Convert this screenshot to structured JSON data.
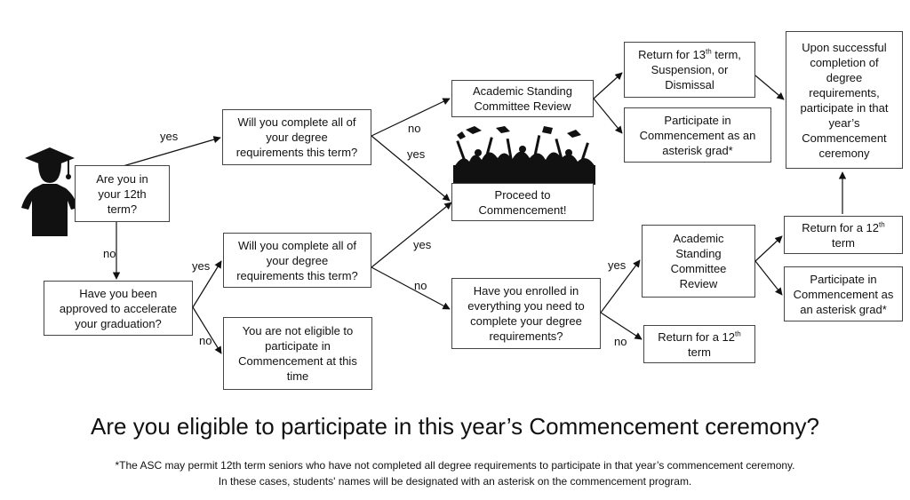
{
  "nodes": {
    "q12th": "Are you in\nyour 12th\nterm?",
    "completeA": "Will you complete all of\nyour degree\nrequirements this term?",
    "ascReviewTop": "Academic Standing\nCommittee Review",
    "return13_pre": "Return for 13",
    "return13_sup": "th",
    "return13_post": " term,\nSuspension, or\nDismissal",
    "asteriskTop": "Participate in\nCommencement as an\nasterisk grad*",
    "success": "Upon successful\ncompletion of\ndegree\nrequirements,\nparticipate in that\nyear’s\nCommencement\nceremony",
    "proceed": "Proceed to\nCommencement!",
    "accelerate": "Have you been\napproved to accelerate\nyour graduation?",
    "completeB": "Will you complete all of\nyour degree\nrequirements this term?",
    "notEligible": "You are not eligible to\nparticipate in\nCommencement at this\ntime",
    "enrolled": "Have you enrolled in\neverything you need to\ncomplete your degree\nrequirements?",
    "ascReviewBottom": "Academic\nStanding\nCommittee\nReview",
    "return12a_pre": "Return for a 12",
    "return12a_sup": "th",
    "return12a_post": "\nterm",
    "asteriskBottom": "Participate in\nCommencement as\nan asterisk grad*",
    "return12b_pre": "Return for a 12",
    "return12b_sup": "th",
    "return12b_post": "\nterm"
  },
  "edge_labels": {
    "yes1": "yes",
    "no1": "no",
    "no2": "no",
    "yes2": "yes",
    "yes3": "yes",
    "no3": "no",
    "yes4": "yes",
    "no4": "no",
    "yes5": "yes",
    "no5": "no"
  },
  "title": "Are you eligible to participate in this year’s Commencement ceremony?",
  "footnote": {
    "line1": "*The ASC may permit 12th term seniors who have not completed all degree requirements to participate in that year’s commencement ceremony.",
    "line2": "In these cases, students' names will be designated with an asterisk on the commencement program."
  },
  "icons": [
    "graduate-silhouette-icon",
    "celebrating-graduates-icon"
  ],
  "colors": {
    "line": "#111111",
    "border": "#444444",
    "silhouette": "#111111"
  }
}
